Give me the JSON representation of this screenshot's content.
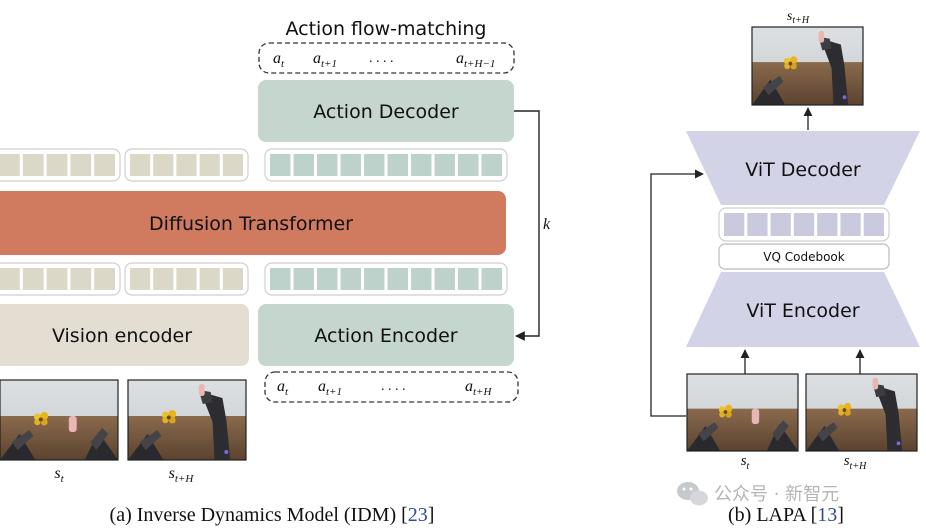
{
  "left_panel": {
    "flow_title": "Action flow-matching",
    "action_decoder": "Action Decoder",
    "diffusion_transformer": "Diffusion Transformer",
    "vision_encoder": "Vision encoder",
    "action_encoder": "Action Encoder",
    "loop_label": "k",
    "top_seq": {
      "a0": "a",
      "a0_sub": "t",
      "a1": "a",
      "a1_sub": "t+1",
      "dots": ". . . .",
      "a2": "a",
      "a2_sub": "t+H−1"
    },
    "bottom_seq": {
      "a0": "a",
      "a0_sub": "t",
      "a1": "a",
      "a1_sub": "t+1",
      "dots": ". . . .",
      "a2": "a",
      "a2_sub": "t+H"
    },
    "frame_st": {
      "base": "s",
      "sub": "t"
    },
    "frame_stH": {
      "base": "s",
      "sub": "t+H"
    },
    "caption_prefix": "(a) Inverse Dynamics Model (IDM) [",
    "caption_ref": "23",
    "caption_suffix": "]"
  },
  "right_panel": {
    "top_frame": {
      "base": "s",
      "sub": "t+H"
    },
    "vit_decoder": "ViT Decoder",
    "vq_codebook": "VQ Codebook",
    "vit_encoder": "ViT Encoder",
    "frame_st": {
      "base": "s",
      "sub": "t"
    },
    "frame_stH": {
      "base": "s",
      "sub": "t+H"
    },
    "caption_prefix": "(b) LAPA [",
    "caption_ref": "13",
    "caption_suffix": "]"
  },
  "watermark": "公众号 · 新智元",
  "colors": {
    "decoder_green": "#c5d6cf",
    "token_green": "#bcd2cb",
    "token_beige": "#dcd8c8",
    "transformer_orange": "#d07a5f",
    "vision_beige": "#e4ddd1",
    "vit_lavender": "#d3d3e8",
    "vq_token": "#cacadf",
    "ref_blue": "#2f4a9e"
  }
}
